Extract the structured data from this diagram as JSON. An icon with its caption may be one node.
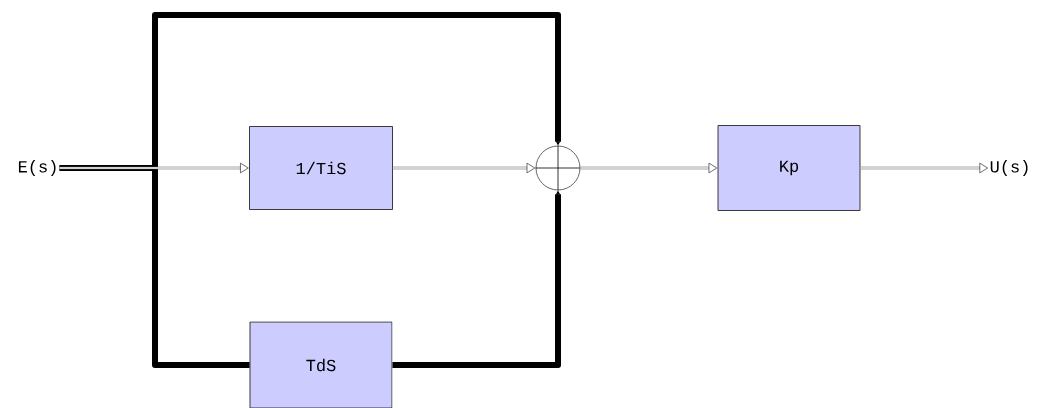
{
  "diagram": {
    "nodes": [
      {
        "text": [
          "E(s)"
        ]
      },
      {
        "text": [
          "1/TiS"
        ]
      },
      {
        "text": [],
        "shape": "circle"
      },
      {
        "text": [
          "Kp"
        ]
      },
      {
        "text": [
          "U(s)"
        ]
      },
      {
        "text": [
          "TdS"
        ]
      }
    ],
    "edges": [
      {
        "from": 0,
        "to": 1,
        "arrow": "to"
      },
      {
        "from": 0,
        "to": 2,
        "arrow": "to",
        "style": "thick"
      },
      {
        "from": 0,
        "to": 5,
        "arrow": "none",
        "style": "thick"
      },
      {
        "from": 1,
        "to": 2,
        "arrow": "to"
      },
      {
        "from": 5,
        "to": 2,
        "arrow": "to",
        "style": "thick"
      },
      {
        "from": 2,
        "to": 3,
        "arrow": "to"
      },
      {
        "from": 3,
        "to": 4,
        "arrow": "to"
      }
    ]
  }
}
